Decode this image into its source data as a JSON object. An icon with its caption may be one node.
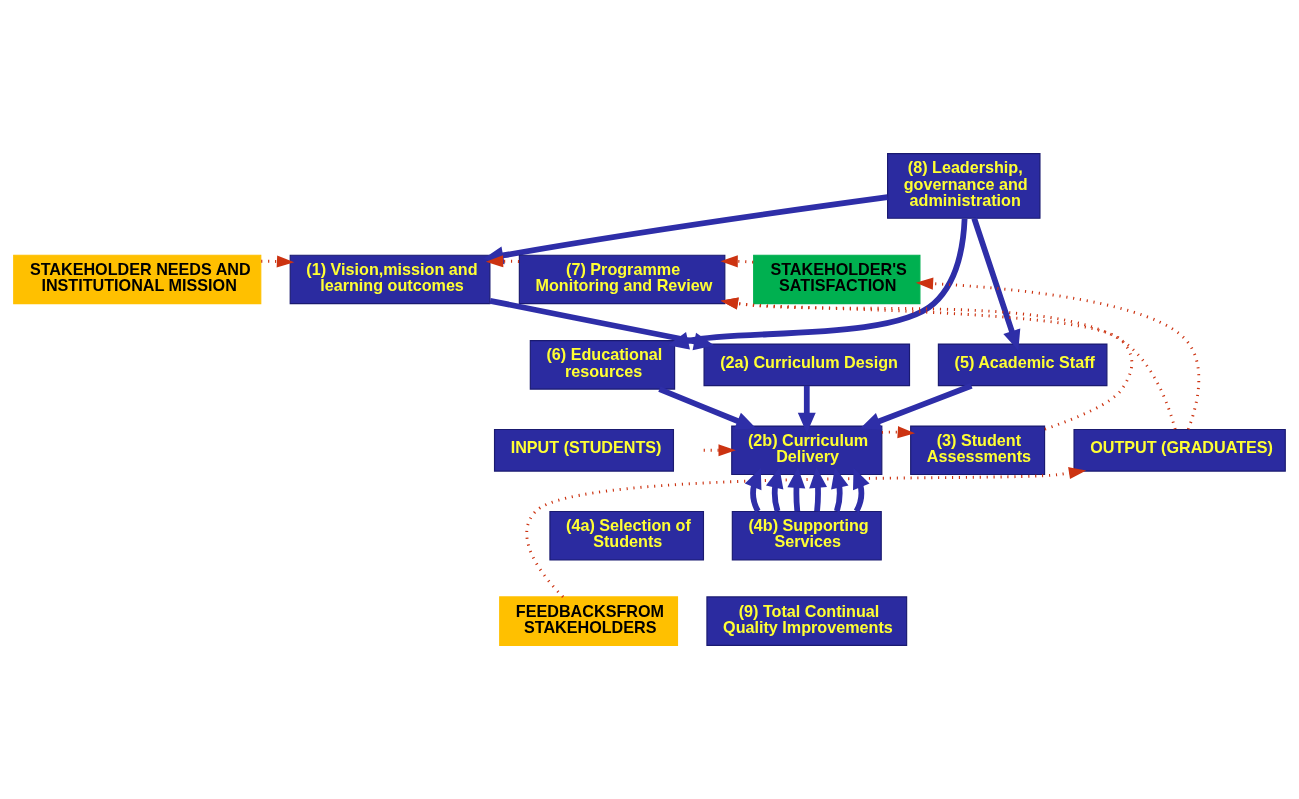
{
  "diagram": {
    "nodes": [
      {
        "text": [
          "STAKEHOLDER NEEDS AND INSTITUTIONAL MISSION"
        ]
      },
      {
        "text": [
          "(8) Leadership, governance and administration"
        ]
      },
      {
        "text": [
          "(1) Vision,mission and learning outcomes"
        ]
      },
      {
        "text": [
          "(7) Programme Monitoring and Review"
        ]
      },
      {
        "text": [
          "STAKEHOLDER'S SATISFACTION"
        ]
      },
      {
        "text": [
          "(6) Educational resources"
        ]
      },
      {
        "text": [
          "(2a) Curriculum Design"
        ]
      },
      {
        "text": [
          "(5) Academic Staff"
        ]
      },
      {
        "text": [
          "INPUT (STUDENTS)"
        ]
      },
      {
        "text": [
          "(2b) Curriculum Delivery"
        ]
      },
      {
        "text": [
          "(3) Student Assessments"
        ]
      },
      {
        "text": [
          "OUTPUT (GRADUATES)"
        ]
      },
      {
        "text": [
          "(4a) Selection of Students"
        ]
      },
      {
        "text": [
          "FEEDBACKSFROM STAKEHOLDERS"
        ]
      },
      {
        "text": [
          "(4b) Supporting Services"
        ]
      },
      {
        "text": [
          "(9) Total Continual Quality Improvements"
        ]
      }
    ],
    "edges": [
      {
        "from": 1,
        "to": 2,
        "arrow": "to"
      },
      {
        "from": 1,
        "to": 5,
        "arrow": "to"
      },
      {
        "from": 1,
        "to": 7,
        "arrow": "to"
      },
      {
        "from": 0,
        "to": 2,
        "arrow": "to",
        "style": "dashed",
        "color": "#cc3311"
      },
      {
        "from": 3,
        "to": 2,
        "arrow": "to",
        "style": "dashed",
        "color": "#cc3311"
      },
      {
        "from": 4,
        "to": 3,
        "arrow": "to",
        "style": "dashed",
        "color": "#cc3311"
      },
      {
        "from": 2,
        "to": 6,
        "arrow": "to"
      },
      {
        "from": 5,
        "to": 9,
        "arrow": "to"
      },
      {
        "from": 6,
        "to": 9,
        "arrow": "to"
      },
      {
        "from": 7,
        "to": 9,
        "arrow": "to"
      },
      {
        "from": null,
        "to": 9,
        "arrow": "to",
        "style": "dashed",
        "color": "#cc3311"
      },
      {
        "from": 9,
        "to": 10,
        "arrow": "to",
        "style": "dashed",
        "color": "#cc3311"
      },
      {
        "from": 10,
        "to": 3,
        "arrow": "to",
        "style": "dashed",
        "color": "#cc3311"
      },
      {
        "from": 11,
        "to": 3,
        "arrow": "to",
        "style": "dashed",
        "color": "#cc3311"
      },
      {
        "from": 11,
        "to": 4,
        "arrow": "to",
        "style": "dashed",
        "color": "#cc3311"
      },
      {
        "from": 14,
        "to": 9,
        "arrow": "to"
      },
      {
        "from": 14,
        "to": 9,
        "arrow": "to"
      },
      {
        "from": 14,
        "to": 9,
        "arrow": "to"
      },
      {
        "from": 14,
        "to": 9,
        "arrow": "to"
      },
      {
        "from": 14,
        "to": 9,
        "arrow": "to"
      },
      {
        "from": 14,
        "to": 9,
        "arrow": "to"
      },
      {
        "from": 13,
        "to": 11,
        "arrow": "to",
        "style": "dashed",
        "color": "#cc3311"
      }
    ]
  }
}
